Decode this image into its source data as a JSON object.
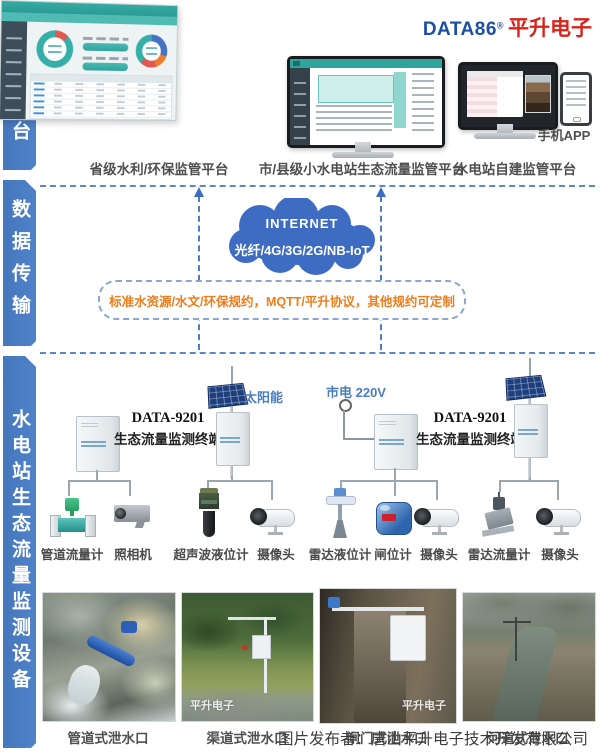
{
  "brand": {
    "name": "DATA86",
    "reg": "®",
    "company": "平升电子"
  },
  "tabs": [
    {
      "label": "监管平台"
    },
    {
      "label": "数据传输"
    },
    {
      "label": "水电站生态流量监测设备"
    }
  ],
  "platforms": {
    "captions": [
      "省级水利/环保监管平台",
      "市/县级小水电站生态流量监管平台",
      "水电站自建监管平台"
    ],
    "phone_label": "手机APP"
  },
  "network": {
    "cloud_line1": "INTERNET",
    "cloud_line2": "光纤/4G/3G/2G/NB-IoT",
    "protocol": "标准水资源/水文/环保规约，MQTT/平升协议，其他规约可定制"
  },
  "terminals": {
    "left": {
      "model": "DATA-9201",
      "name": "生态流量监测终端"
    },
    "right": {
      "model": "DATA-9201",
      "name": "生态流量监测终端"
    },
    "solar_label": "太阳能",
    "mains_label": "市电 220V"
  },
  "devices": [
    {
      "label": "管道流量计"
    },
    {
      "label": "照相机"
    },
    {
      "label": "超声波液位计"
    },
    {
      "label": "摄像头"
    },
    {
      "label": "雷达液位计"
    },
    {
      "label": "闸位计"
    },
    {
      "label": "摄像头"
    },
    {
      "label": "雷达流量计"
    },
    {
      "label": "摄像头"
    }
  ],
  "photos": {
    "captions": [
      "管道式泄水口",
      "渠道式泄水口",
      "闸门式泄水口",
      "河道式泄水口"
    ],
    "onphoto_watermark": "平升电子",
    "publisher": "图片发布者：唐山平升电子技术开发有限公司"
  },
  "colors": {
    "tab_blue": "#4a7cc2",
    "cloud_blue": "#3d6cc2",
    "accent_orange": "#ee7c1b",
    "brand_blue": "#1a4fa3",
    "brand_red": "#d8231a",
    "app_teal": "#2fa49d"
  }
}
